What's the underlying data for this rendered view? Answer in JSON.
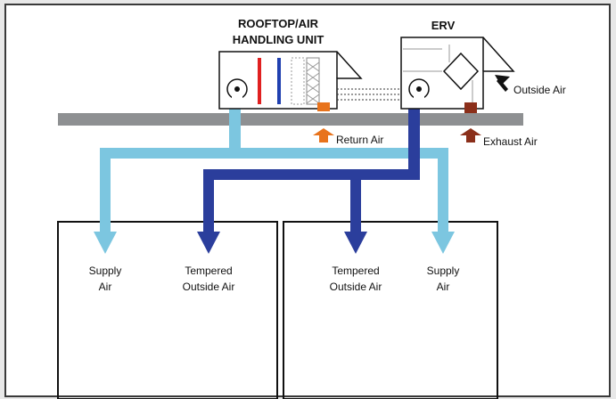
{
  "units": {
    "ahu": {
      "title_line1": "ROOFTOP/AIR",
      "title_line2": "HANDLING UNIT"
    },
    "erv": {
      "title": "ERV"
    }
  },
  "labels": {
    "outside_air": "Outside Air",
    "return_air": "Return Air",
    "exhaust_air": "Exhaust Air"
  },
  "rooms": [
    {
      "supply_line1": "Supply",
      "supply_line2": "Air",
      "tempered_line1": "Tempered",
      "tempered_line2": "Outside Air"
    },
    {
      "tempered_line1": "Tempered",
      "tempered_line2": "Outside Air",
      "supply_line1": "Supply",
      "supply_line2": "Air"
    }
  ],
  "colors": {
    "supply_duct": "#7cc6e0",
    "tempered_duct": "#2b3e9c",
    "return_arrow": "#e8731c",
    "exhaust_arrow": "#8b2f1a",
    "roof": "#8e9092",
    "heating_coil": "#e02020",
    "cooling_coil": "#2040b0"
  }
}
